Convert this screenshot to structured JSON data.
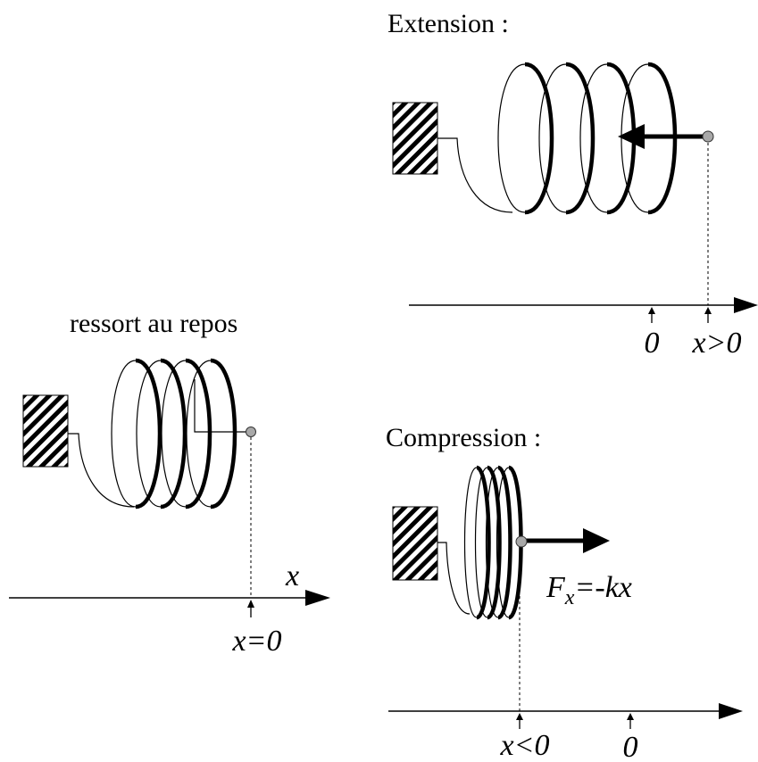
{
  "rest": {
    "title": "ressort au repos",
    "axis_label": "x",
    "marker_label": "x=0"
  },
  "extension": {
    "title": "Extension :",
    "origin_label": "0",
    "marker_label": "x>0"
  },
  "compression": {
    "title": "Compression :",
    "force_label": "F",
    "force_sub": "x",
    "force_rest": "=-kx",
    "marker_label": "x<0",
    "origin_label": "0"
  }
}
